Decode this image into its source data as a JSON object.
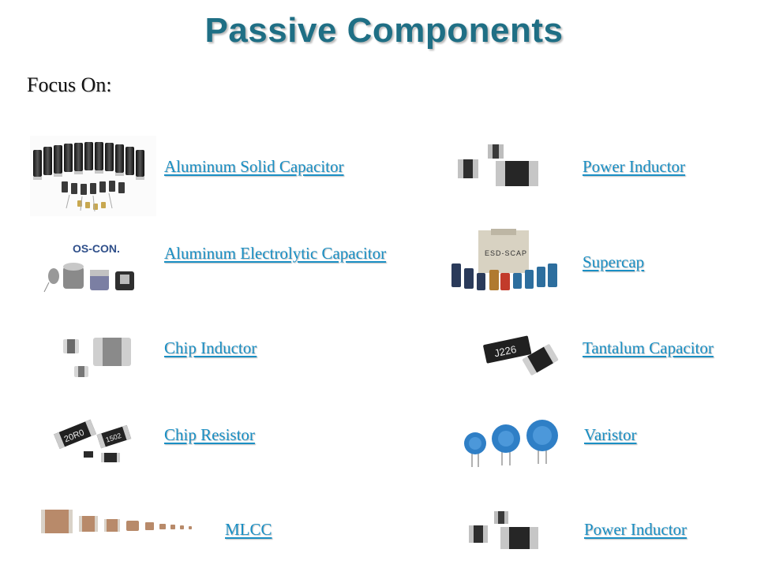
{
  "title": "Passive Components",
  "focus_label": "Focus On:",
  "left": [
    {
      "label": "Aluminum Solid Capacitor"
    },
    {
      "label": "Aluminum Electrolytic Capacitor",
      "logo": "OS-CON."
    },
    {
      "label": "Chip Inductor"
    },
    {
      "label": "Chip Resistor",
      "markings": [
        "20R0",
        "1502"
      ]
    },
    {
      "label": "MLCC"
    }
  ],
  "right": [
    {
      "label": "Power Inductor"
    },
    {
      "label": "Supercap",
      "marking": "ESD-SCAP"
    },
    {
      "label": "Tantalum Capacitor",
      "marking": "J226"
    },
    {
      "label": "Varistor"
    },
    {
      "label": "Power Inductor"
    }
  ],
  "colors": {
    "title": "#1f6f85",
    "link": "#1a8fc4",
    "text": "#111111"
  }
}
